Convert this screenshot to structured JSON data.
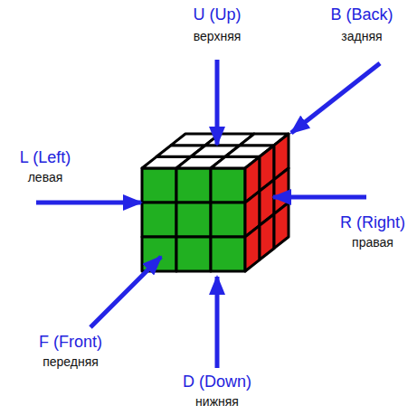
{
  "diagram": {
    "labels": [
      "U (Up)",
      "верхняя",
      "B (Back)",
      "задняя",
      "L (Left)",
      "левая",
      "R (Right)",
      "правая",
      "F (Front)",
      "передняя",
      "D (Down)",
      "нижняя"
    ]
  }
}
